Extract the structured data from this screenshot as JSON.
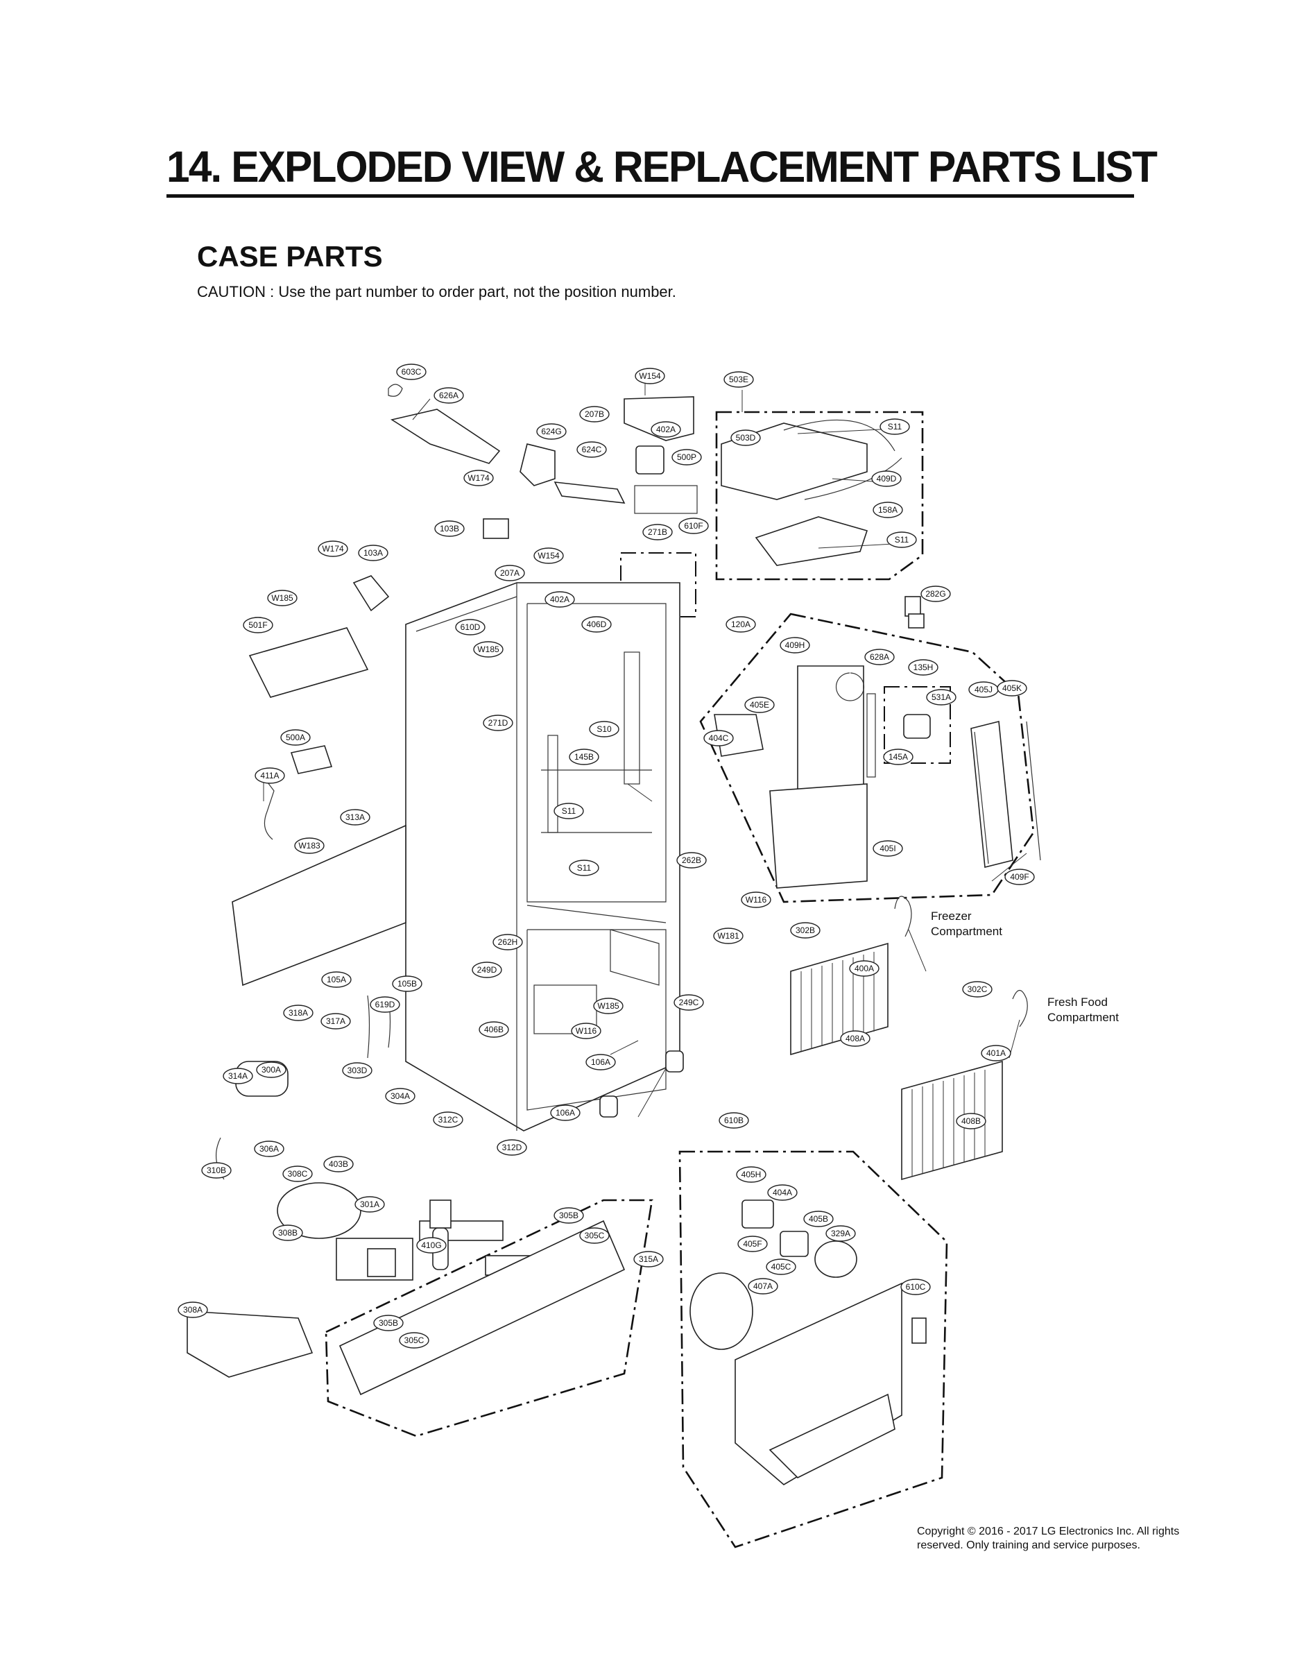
{
  "header": {
    "title": "14. EXPLODED VIEW & REPLACEMENT PARTS LIST",
    "section": "CASE PARTS",
    "caution": "CAUTION : Use the part number to order part, not the position number."
  },
  "diagram": {
    "compartments": [
      {
        "line1": "Freezer",
        "line2": "Compartment"
      },
      {
        "line1": "Fresh Food",
        "line2": "Compartment"
      }
    ],
    "callouts": [
      "603C",
      "626A",
      "W154",
      "207B",
      "402A",
      "624G",
      "624C",
      "500P",
      "W174",
      "103B",
      "503E",
      "503D",
      "S11",
      "409D",
      "158A",
      "S11",
      "610F",
      "271B",
      "W174",
      "103A",
      "W154",
      "207A",
      "402A",
      "610D",
      "W185",
      "406D",
      "271D",
      "S10",
      "145B",
      "S11",
      "S11",
      "W185",
      "501F",
      "500A",
      "411A",
      "313A",
      "W183",
      "282G",
      "120A",
      "409H",
      "628A",
      "135H",
      "531A",
      "405J",
      "405K",
      "405E",
      "404C",
      "145A",
      "405I",
      "409F",
      "262B",
      "W116",
      "W181",
      "302B",
      "400A",
      "302C",
      "401A",
      "408A",
      "408B",
      "262H",
      "249D",
      "W185",
      "W116",
      "249C",
      "406B",
      "106A",
      "106A",
      "105A",
      "105B",
      "619D",
      "318A",
      "317A",
      "314A",
      "300A",
      "303D",
      "304A",
      "306A",
      "310B",
      "312C",
      "312D",
      "308C",
      "403B",
      "301A",
      "308B",
      "410G",
      "305B",
      "305C",
      "315A",
      "308A",
      "305B",
      "305C",
      "610B",
      "405H",
      "404A",
      "405B",
      "329A",
      "405F",
      "405C",
      "407A",
      "610C"
    ]
  },
  "footer": {
    "copyright_line1": "Copyright © 2016 - 2017 LG Electronics Inc. All rights",
    "copyright_line2": "reserved. Only training and service purposes."
  }
}
